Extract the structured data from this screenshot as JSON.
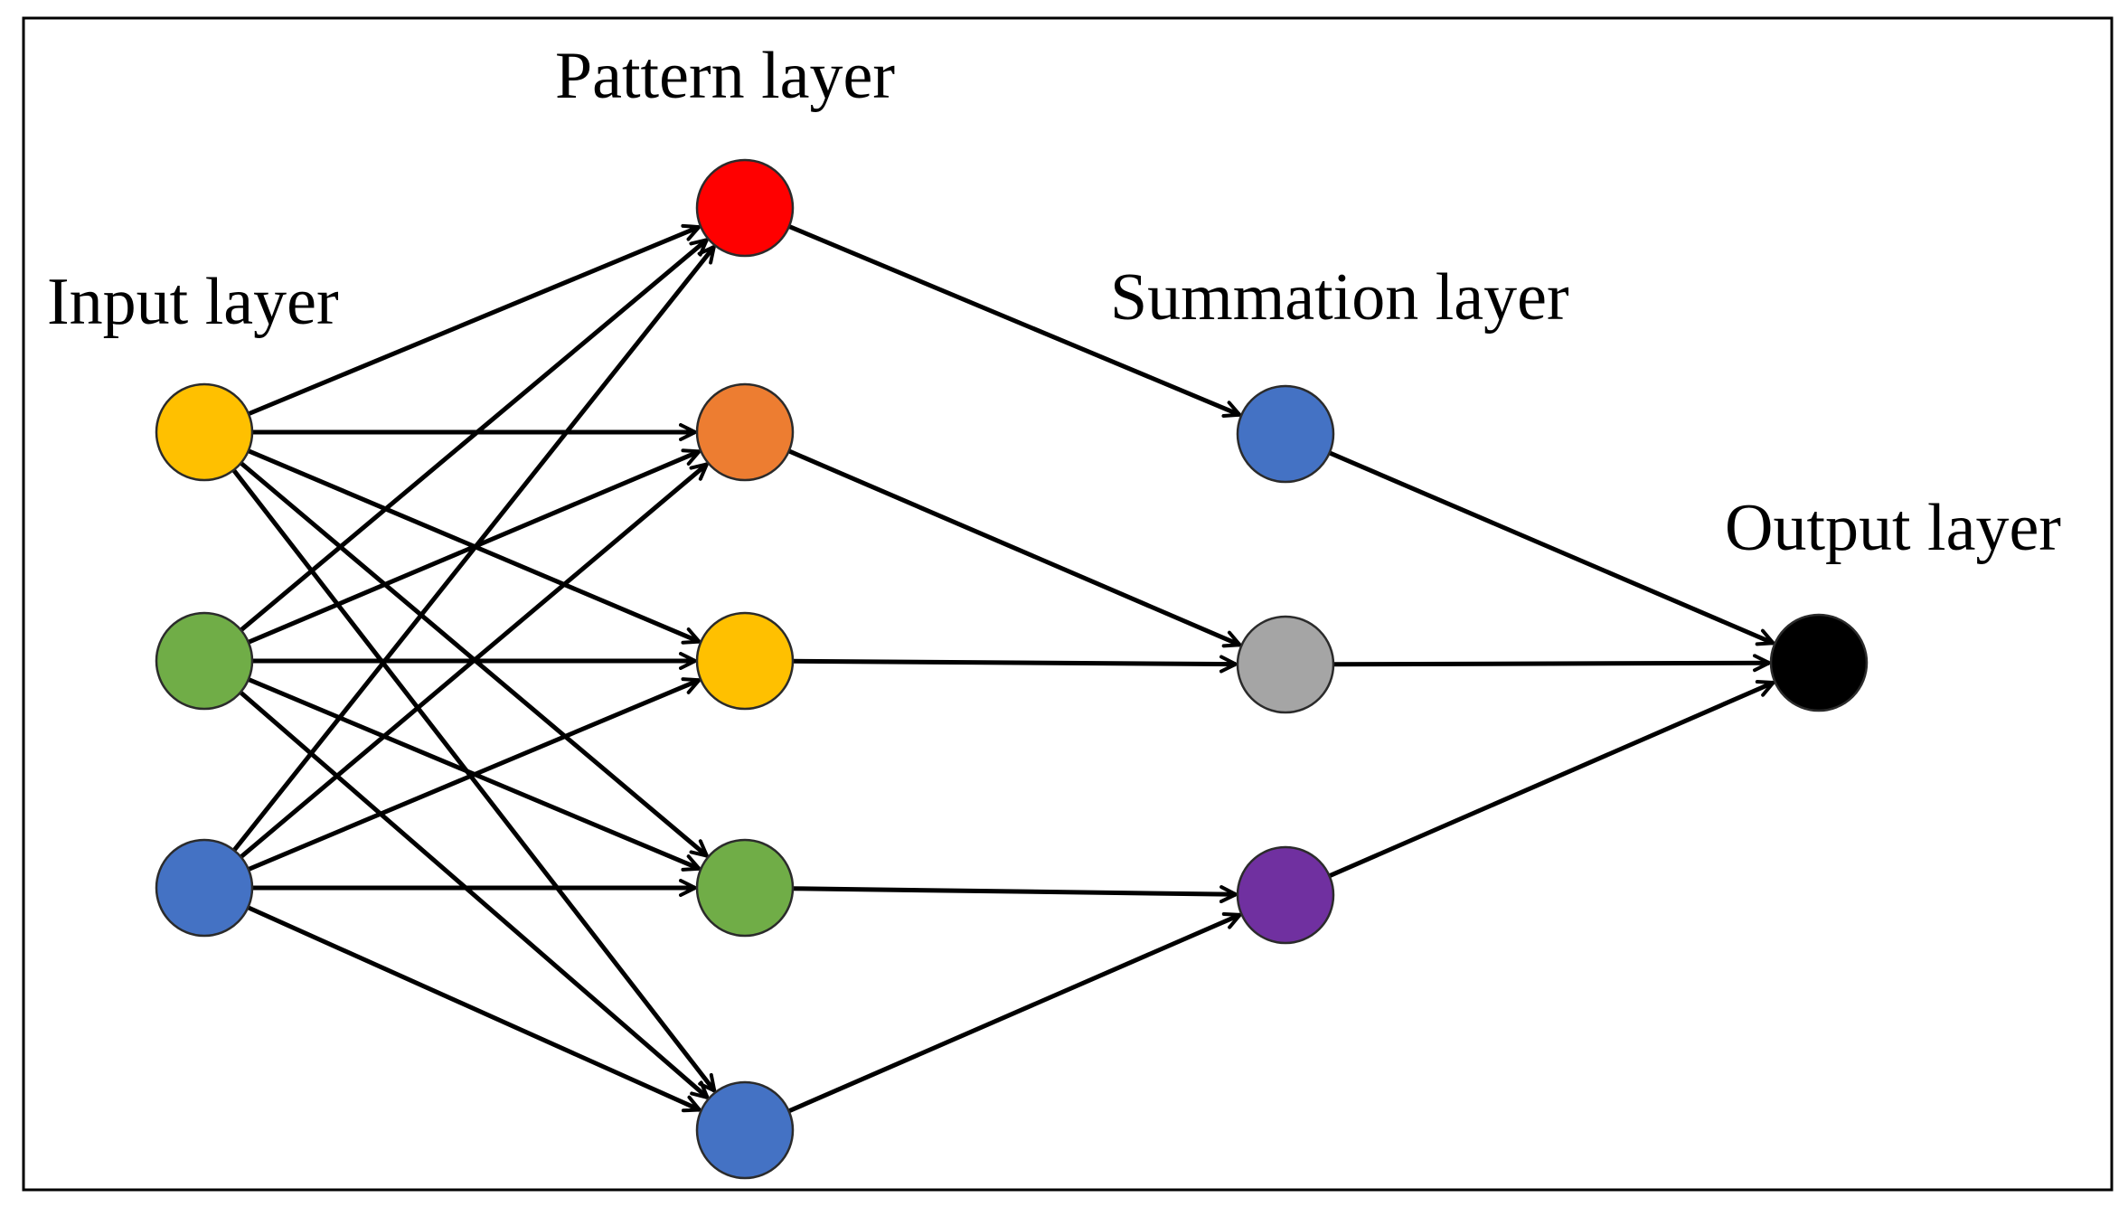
{
  "labels": {
    "input": "Input layer",
    "pattern": "Pattern layer",
    "summation": "Summation layer",
    "output": "Output layer"
  },
  "layers": [
    {
      "key": "input",
      "nodes": [
        {
          "id": "in1",
          "color": "#FFC000"
        },
        {
          "id": "in2",
          "color": "#70AD47"
        },
        {
          "id": "in3",
          "color": "#4472C4"
        }
      ]
    },
    {
      "key": "pattern",
      "nodes": [
        {
          "id": "pt1",
          "color": "#FF0000"
        },
        {
          "id": "pt2",
          "color": "#ED7D31"
        },
        {
          "id": "pt3",
          "color": "#FFC000"
        },
        {
          "id": "pt4",
          "color": "#70AD47"
        },
        {
          "id": "pt5",
          "color": "#4472C4"
        }
      ]
    },
    {
      "key": "summation",
      "nodes": [
        {
          "id": "sm1",
          "color": "#4472C4"
        },
        {
          "id": "sm2",
          "color": "#A5A5A5"
        },
        {
          "id": "sm3",
          "color": "#7030A0"
        }
      ]
    },
    {
      "key": "output",
      "nodes": [
        {
          "id": "out1",
          "color": "#000000"
        }
      ]
    }
  ],
  "edges": [
    [
      "in1",
      "pt1"
    ],
    [
      "in1",
      "pt2"
    ],
    [
      "in1",
      "pt3"
    ],
    [
      "in1",
      "pt4"
    ],
    [
      "in1",
      "pt5"
    ],
    [
      "in2",
      "pt1"
    ],
    [
      "in2",
      "pt2"
    ],
    [
      "in2",
      "pt3"
    ],
    [
      "in2",
      "pt4"
    ],
    [
      "in2",
      "pt5"
    ],
    [
      "in3",
      "pt1"
    ],
    [
      "in3",
      "pt2"
    ],
    [
      "in3",
      "pt3"
    ],
    [
      "in3",
      "pt4"
    ],
    [
      "in3",
      "pt5"
    ],
    [
      "pt1",
      "sm1"
    ],
    [
      "pt2",
      "sm2"
    ],
    [
      "pt3",
      "sm2"
    ],
    [
      "pt4",
      "sm3"
    ],
    [
      "pt5",
      "sm3"
    ],
    [
      "sm1",
      "out1"
    ],
    [
      "sm2",
      "out1"
    ],
    [
      "sm3",
      "out1"
    ]
  ]
}
